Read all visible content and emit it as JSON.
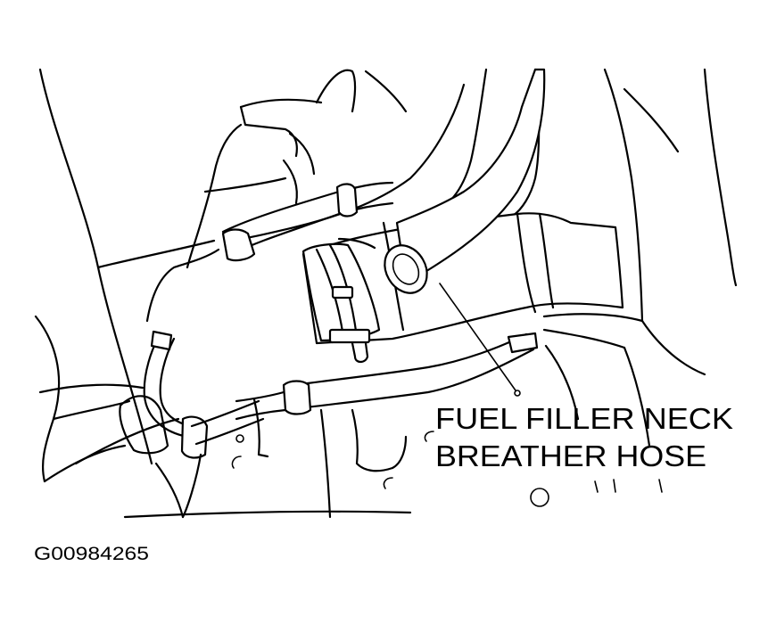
{
  "callout": {
    "line1": "FUEL FILLER NECK",
    "line2": "BREATHER HOSE"
  },
  "figure_id": "G00984265",
  "colors": {
    "ink": "#000000",
    "paper": "#ffffff"
  }
}
